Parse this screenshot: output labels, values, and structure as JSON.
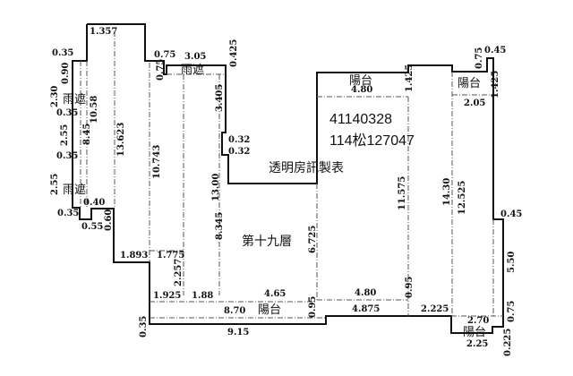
{
  "watermark": {
    "id": "41140328",
    "case": "114松127047",
    "maker": "透明房訊製表"
  },
  "floor": "第十九層",
  "areas": {
    "canopy": "雨遮",
    "balcony": "陽台"
  },
  "dims": [
    "1.357",
    "0.35",
    "0.75",
    "3.05",
    "0.32",
    "0.32",
    "0.35",
    "0.35",
    "0.40",
    "0.35",
    "0.55",
    "1.893",
    "1.775",
    "1.925",
    "1.88",
    "4.65",
    "8.70",
    "9.15",
    "4.80",
    "2.05",
    "0.45",
    "0.45",
    "4.80",
    "4.875",
    "2.225",
    "2.70",
    "2.25"
  ],
  "vdims": [
    "0.90",
    "2.30",
    "10.58",
    "8.45",
    "2.55",
    "2.55",
    "13.623",
    "0.75",
    "10.743",
    "0.425",
    "3.405",
    "13.00",
    "8.345",
    "2.257",
    "0.60",
    "0.35",
    "6.725",
    "0.95",
    "1.425",
    "11.575",
    "0.95",
    "14.30",
    "12.525",
    "0.75",
    "1.425",
    "5.50",
    "0.75",
    "0.225"
  ]
}
